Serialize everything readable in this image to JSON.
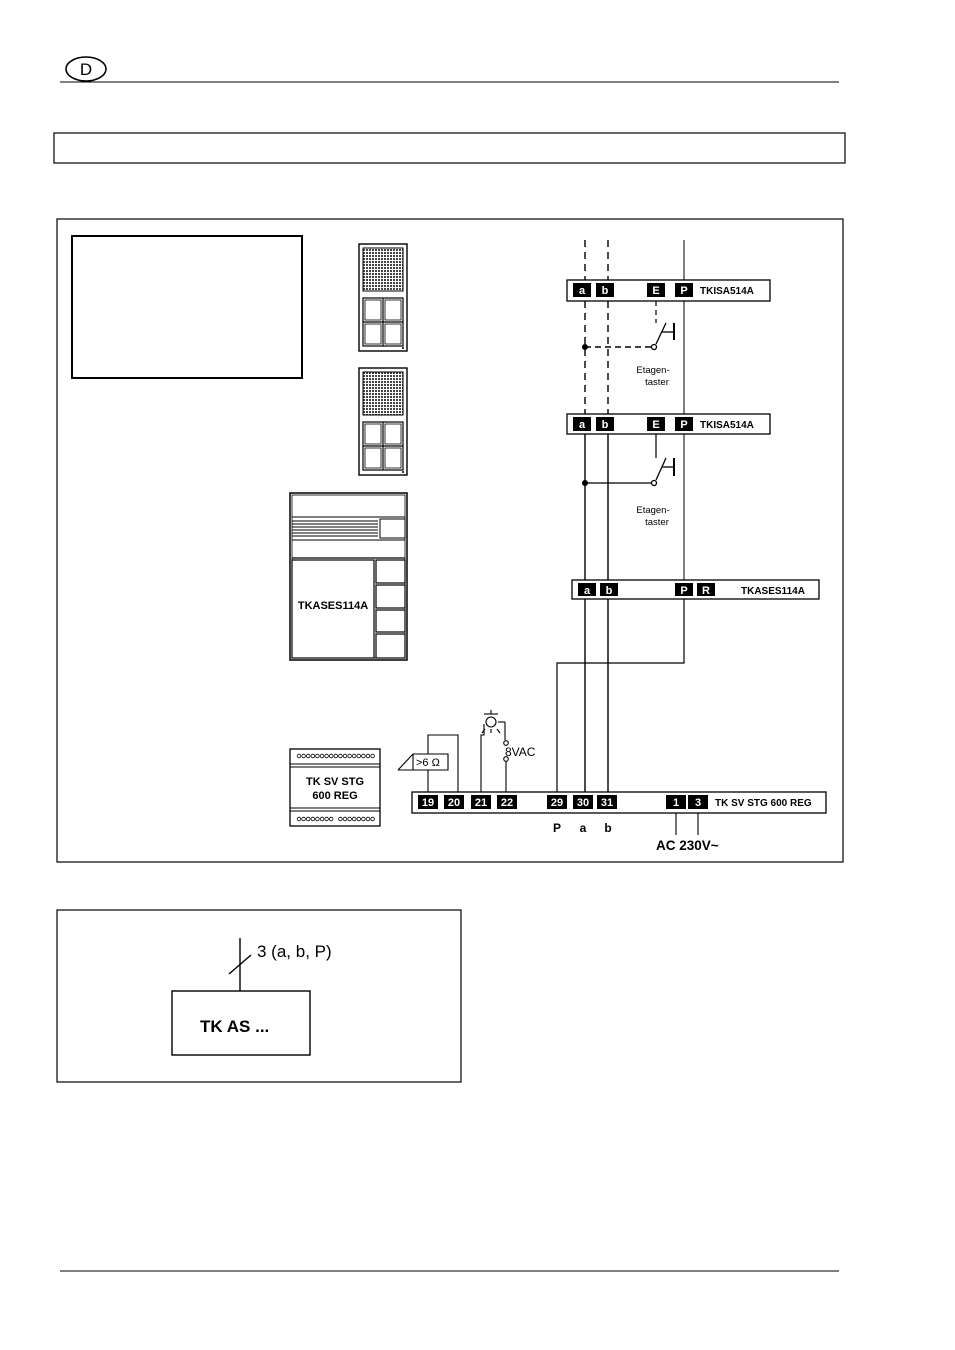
{
  "header": {
    "lang_badge": "D"
  },
  "diagram": {
    "terminal_a": "a",
    "terminal_b": "b",
    "terminal_e": "E",
    "terminal_p": "P",
    "terminal_r": "R",
    "isa_1_label": "TKISA514A",
    "isa_2_label": "TKISA514A",
    "ases_bar_label": "TKASES114A",
    "ases_device_label": "TKASES114A",
    "floor_button_1": [
      "Etagen-",
      "taster"
    ],
    "floor_button_2": [
      "Etagen-",
      "taster"
    ],
    "resistor_label": ">6 Ω",
    "vac_label": "8VAC",
    "psu_device_label": [
      "TK SV STG",
      "600 REG"
    ],
    "psu_bar_label": "TK SV STG 600 REG",
    "psu_terminals": [
      "19",
      "20",
      "21",
      "22",
      "29",
      "30",
      "31",
      "1",
      "3"
    ],
    "bottom_labels": {
      "p": "P",
      "a": "a",
      "b": "b"
    },
    "mains_label": "AC 230V~"
  },
  "legend": {
    "cable_label": "3 (a, b, P)",
    "box_label": "TK AS ..."
  }
}
